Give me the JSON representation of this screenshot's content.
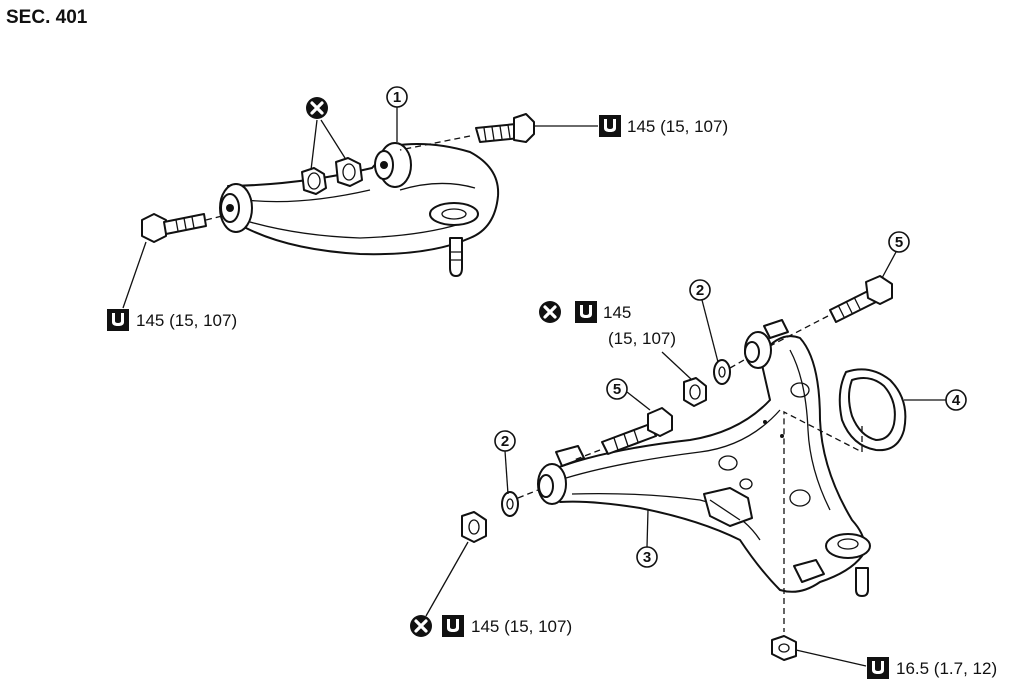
{
  "section": "SEC. 401",
  "torque_specs": {
    "upper_rear_bolt": "145 (15, 107)",
    "upper_front_bolt": "145 (15, 107)",
    "lower_rear_nut_line1": "145",
    "lower_rear_nut_line2": "(15, 107)",
    "lower_front_nut": "145 (15, 107)",
    "ball_joint_nut": "16.5 (1.7, 12)"
  },
  "callouts": [
    "1",
    "2",
    "2",
    "3",
    "4",
    "5",
    "5"
  ],
  "icons": {
    "do_not_reuse": "no-reuse-icon",
    "torque": "torque-wrench-icon"
  }
}
